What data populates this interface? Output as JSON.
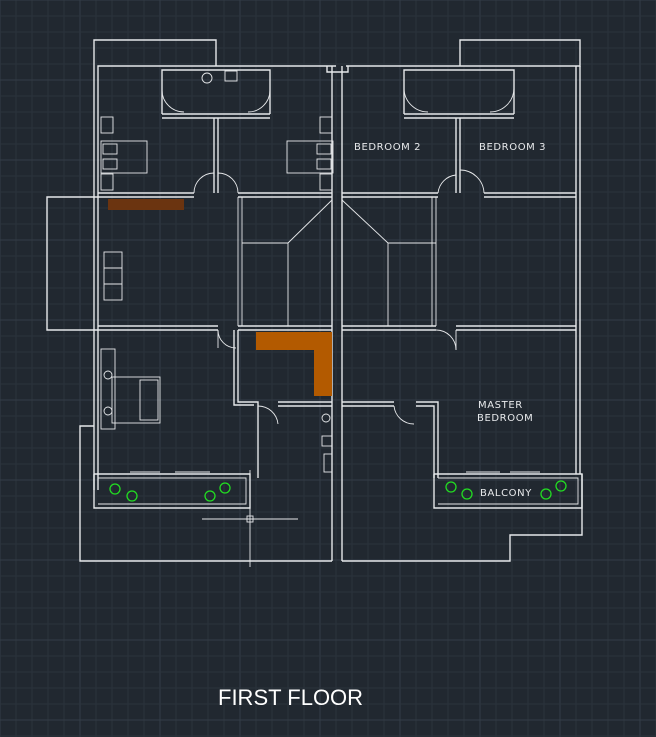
{
  "drawing": {
    "title": "FIRST FLOOR"
  },
  "rooms": {
    "bedroom2": "BEDROOM 2",
    "bedroom3": "BEDROOM 3",
    "master_line1": "MASTER",
    "master_line2": "BEDROOM",
    "balcony": "BALCONY"
  },
  "colors": {
    "background": "#212830",
    "grid": "#2b333c",
    "lines": "#e6e8ea",
    "stair_fill": "#b35a00",
    "counter_fill": "#6b3410",
    "plants": "#22dd22"
  }
}
